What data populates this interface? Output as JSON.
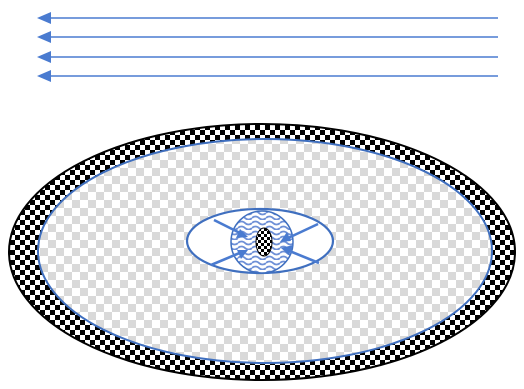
{
  "diagram": {
    "incoming_arrows": {
      "count": 4,
      "direction": "left"
    },
    "outer_ring": {
      "pattern": "black-white-checkerboard"
    },
    "main_field": {
      "pattern": "light-gray-white-checkerboard"
    },
    "center_lens": {
      "pattern": "blue-white-wavy"
    },
    "center_core": {
      "pattern": "black-white-checkerboard"
    },
    "inward_arrows": {
      "count": 4,
      "direction": "toward-center"
    },
    "colors": {
      "accent": "#4472c4",
      "arrow": "#4a7bd0",
      "outline": "#3f6fbf",
      "black": "#000000",
      "white": "#ffffff",
      "light_check": "#d9d9d9",
      "lens_wave": "#6d8fd6"
    }
  }
}
